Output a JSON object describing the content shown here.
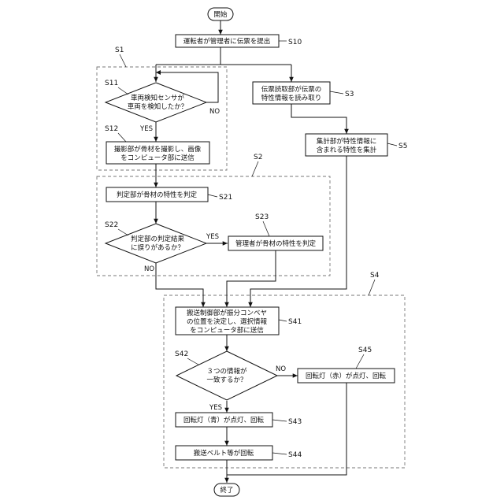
{
  "terminals": {
    "start": "開始",
    "end": "終了"
  },
  "groups": {
    "s1": "S1",
    "s2": "S2",
    "s4": "S4"
  },
  "nodes": {
    "s10": {
      "id": "S10",
      "lines": [
        "運転者が管理者に伝票を提出"
      ]
    },
    "s11": {
      "id": "S11",
      "lines": [
        "車両検知センサが",
        "車両を検知したか？"
      ]
    },
    "s12": {
      "id": "S12",
      "lines": [
        "撮影部が骨材を撮影し、画像",
        "をコンピュータ部に送信"
      ]
    },
    "s21": {
      "id": "S21",
      "lines": [
        "判定部が骨材の特性を判定"
      ]
    },
    "s22": {
      "id": "S22",
      "lines": [
        "判定部の判定結果",
        "に誤りがあるか？"
      ]
    },
    "s23": {
      "id": "S23",
      "lines": [
        "管理者が骨材の特性を判定"
      ]
    },
    "s3": {
      "id": "S3",
      "lines": [
        "伝票読取部が伝票の",
        "特性情報を読み取り"
      ]
    },
    "s5": {
      "id": "S5",
      "lines": [
        "集計部が特性情報に",
        "含まれる特性を集計"
      ]
    },
    "s41": {
      "id": "S41",
      "lines": [
        "搬送制御部が振分コンベヤ",
        "の位置を決定し、選択情報",
        "をコンピュータ部に送信"
      ]
    },
    "s42": {
      "id": "S42",
      "lines": [
        "３つの情報が",
        "一致するか？"
      ]
    },
    "s43": {
      "id": "S43",
      "lines": [
        "回転灯（青）が点灯、回転"
      ]
    },
    "s44": {
      "id": "S44",
      "lines": [
        "搬送ベルト等が回転"
      ]
    },
    "s45": {
      "id": "S45",
      "lines": [
        "回転灯（赤）が点灯、回転"
      ]
    }
  },
  "branches": {
    "s11_no": "NO",
    "s11_yes": "YES",
    "s22_yes": "YES",
    "s22_no": "NO",
    "s42_no": "NO",
    "s42_yes": "YES"
  }
}
